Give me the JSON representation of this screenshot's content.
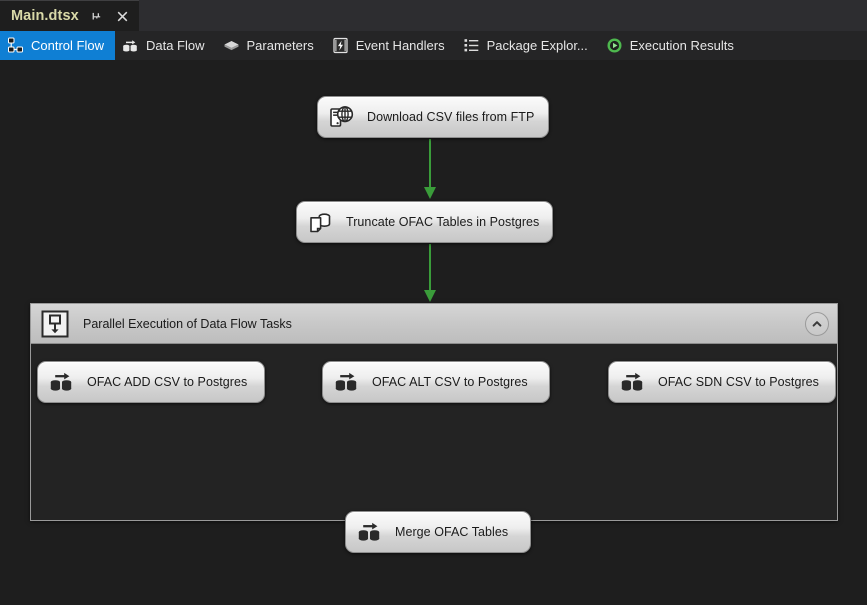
{
  "window": {
    "document_tab": {
      "title": "Main.dtsx",
      "pin_icon": "pin-icon",
      "close_icon": "close-icon"
    }
  },
  "designer_tabs": [
    {
      "label": "Control Flow",
      "icon": "control-flow-icon",
      "active": true
    },
    {
      "label": "Data Flow",
      "icon": "data-flow-icon",
      "active": false
    },
    {
      "label": "Parameters",
      "icon": "parameters-icon",
      "active": false
    },
    {
      "label": "Event Handlers",
      "icon": "event-handlers-icon",
      "active": false
    },
    {
      "label": "Package Explor...",
      "icon": "package-explorer-icon",
      "active": false
    },
    {
      "label": "Execution Results",
      "icon": "execution-results-icon",
      "active": false
    }
  ],
  "canvas": {
    "nodes": [
      {
        "id": "ftp",
        "label": "Download CSV files from FTP",
        "icon": "ftp-task-icon"
      },
      {
        "id": "truncate",
        "label": "Truncate OFAC Tables in Postgres",
        "icon": "execute-sql-task-icon"
      },
      {
        "id": "add",
        "label": "OFAC ADD CSV to Postgres",
        "icon": "data-flow-task-icon"
      },
      {
        "id": "alt",
        "label": "OFAC ALT CSV to Postgres",
        "icon": "data-flow-task-icon"
      },
      {
        "id": "sdn",
        "label": "OFAC SDN CSV to Postgres",
        "icon": "data-flow-task-icon"
      },
      {
        "id": "merge",
        "label": "Merge OFAC Tables",
        "icon": "data-flow-task-icon"
      }
    ],
    "container": {
      "title": "Parallel Execution of Data Flow Tasks",
      "icon": "sequence-container-icon",
      "collapse_icon": "chevron-up-icon"
    },
    "connector_color": "#3a9c3a"
  }
}
